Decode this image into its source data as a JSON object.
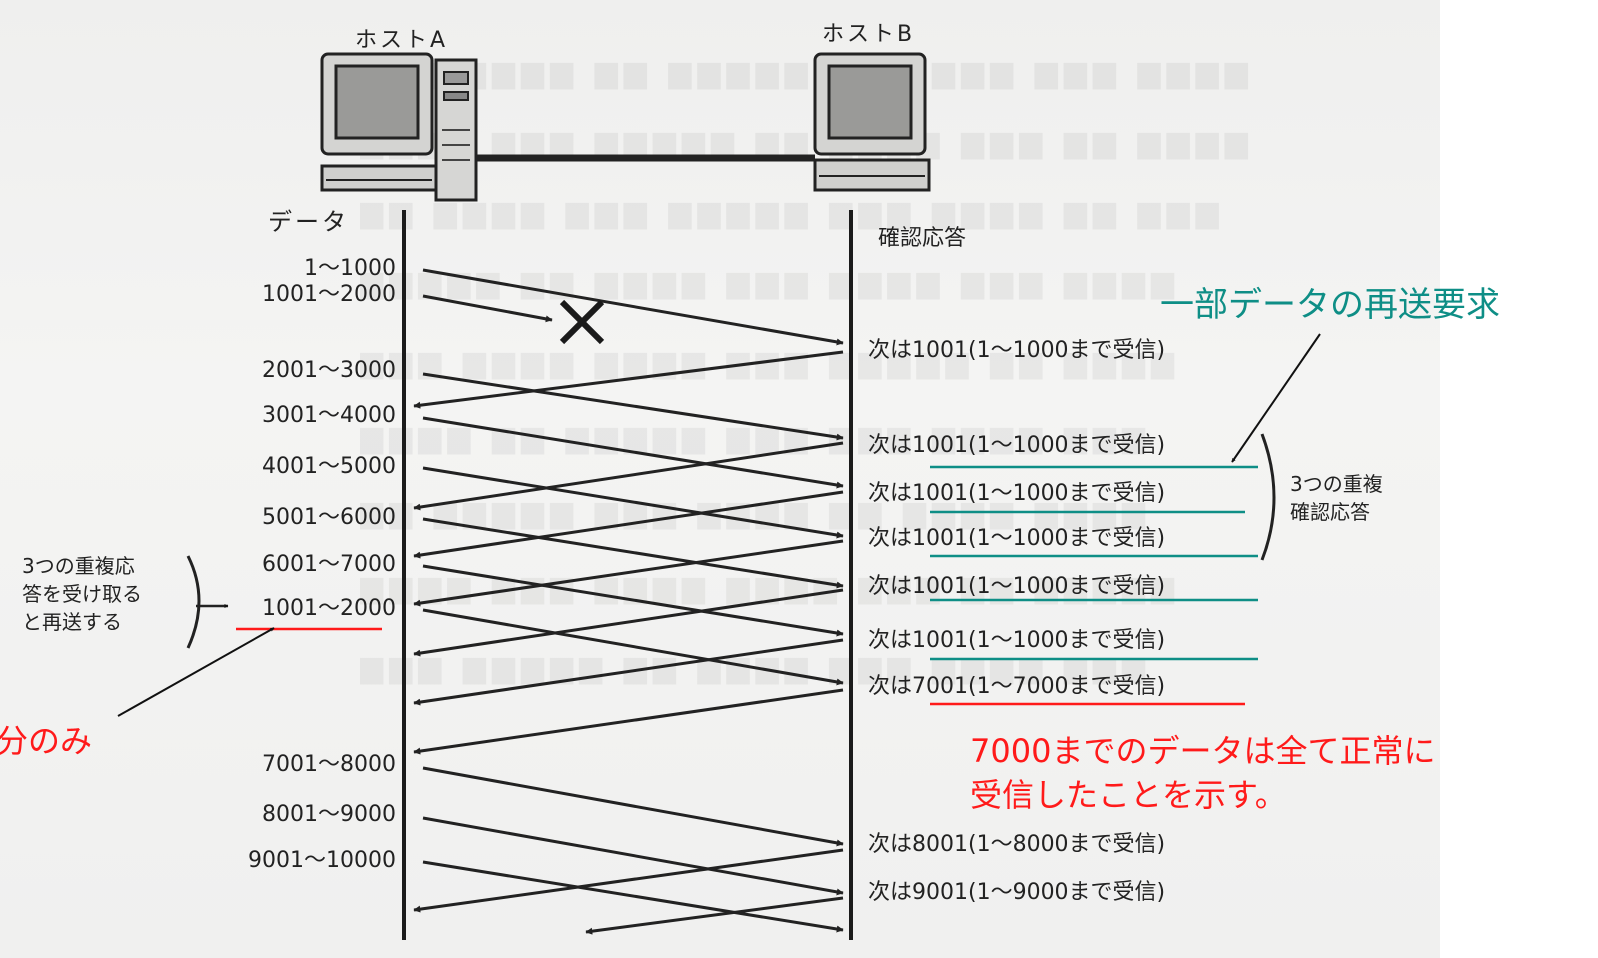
{
  "hosts": {
    "a": "ホストA",
    "b": "ホストB"
  },
  "columns": {
    "data": "データ",
    "ack": "確認応答"
  },
  "data_segments": [
    "1～1000",
    "1001～2000",
    "2001～3000",
    "3001～4000",
    "4001～5000",
    "5001～6000",
    "6001～7000",
    "1001～2000",
    "7001～8000",
    "8001～9000",
    "9001～10000"
  ],
  "acks": [
    "次は1001(1～1000まで受信)",
    "次は1001(1～1000まで受信)",
    "次は1001(1～1000まで受信)",
    "次は1001(1～1000まで受信)",
    "次は1001(1～1000まで受信)",
    "次は1001(1～1000まで受信)",
    "次は7001(1～7000まで受信)",
    "次は8001(1～8000まで受信)",
    "次は9001(1～9000まで受信)"
  ],
  "left_note": "3つの重複応\n答を受け取る\nと再送する",
  "right_note": "3つの重複\n確認応答",
  "annotations": {
    "resend_request": "一部データの再送要求",
    "partial": "分のみ",
    "received_line1": "7000までのデータは全て正常に",
    "received_line2": "受信したことを示す。"
  },
  "colors": {
    "teal": "#0e8e86",
    "red": "#ff1a1a"
  },
  "icons": {
    "loss": "x-mark-icon",
    "host": "computer-icon"
  }
}
